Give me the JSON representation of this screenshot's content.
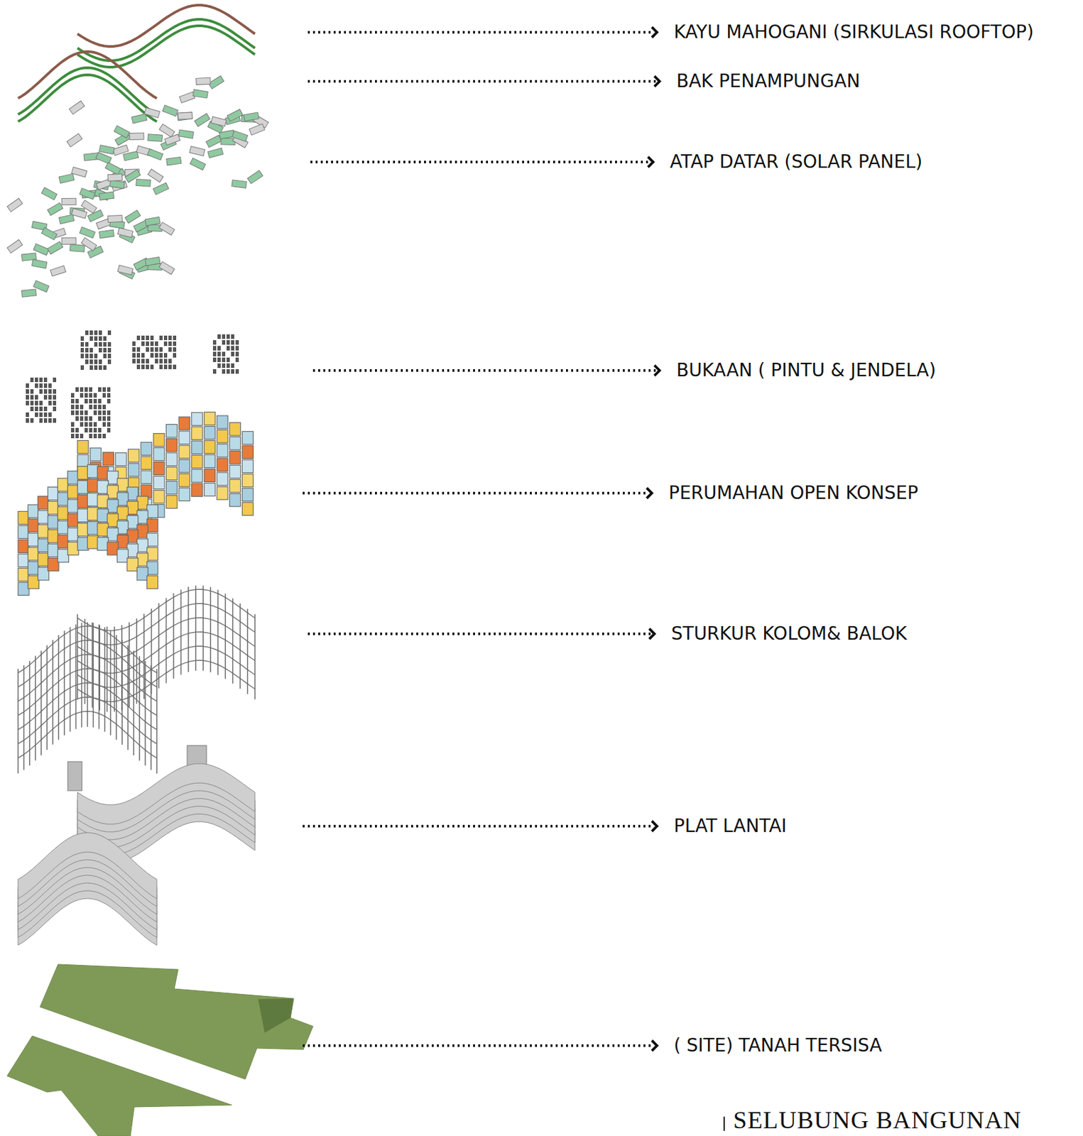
{
  "diagram": {
    "title": "SELUBUNG BANGUNAN",
    "labels": [
      "KAYU MAHOGANI (SIRKULASI ROOFTOP)",
      "BAK PENAMPUNGAN",
      "ATAP DATAR (SOLAR PANEL)",
      "BUKAAN ( PINTU & JENDELA)",
      "PERUMAHAN OPEN KONSEP",
      "STURKUR KOLOM& BALOK",
      "PLAT LANTAI",
      "( SITE) TANAH TERSISA"
    ]
  }
}
